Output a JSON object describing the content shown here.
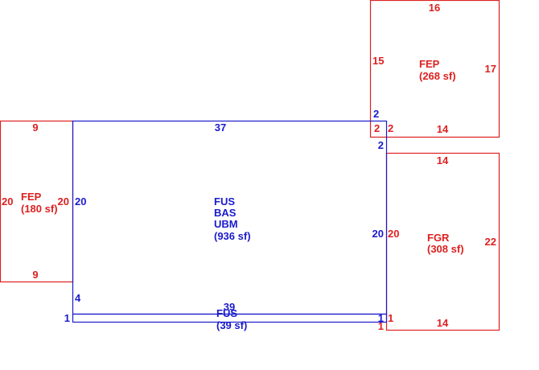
{
  "colors": {
    "blue": "#1a1acc",
    "red": "#dd2020",
    "background": "#ffffff"
  },
  "areas": {
    "fep_top": {
      "code": "FEP",
      "area": "(268 sf)"
    },
    "fgr": {
      "code": "FGR",
      "area": "(308 sf)"
    },
    "fep_left": {
      "code": "FEP",
      "area": "(180 sf)"
    },
    "main": {
      "codes": [
        "FUS",
        "BAS",
        "UBM"
      ],
      "area": "(936 sf)"
    },
    "strip": {
      "code": "FUS",
      "area": "(39 sf)"
    }
  },
  "dimensions": {
    "fep_top": {
      "top": "16",
      "left": "15",
      "right": "17",
      "bottom": "14",
      "stub_top": "2",
      "stub_left": "2",
      "stub_right": "2"
    },
    "fgr": {
      "top": "14",
      "left": "20",
      "right": "22",
      "bottom": "14",
      "stub_right": "1"
    },
    "fep_left": {
      "top": "9",
      "left": "20",
      "right": "20",
      "bottom": "9"
    },
    "main": {
      "top": "37",
      "left": "20",
      "right": "20",
      "stub_right": "2",
      "bottom_left": "4"
    },
    "strip": {
      "top": "39",
      "left": "1",
      "right": "1",
      "right_lower": "1"
    }
  }
}
